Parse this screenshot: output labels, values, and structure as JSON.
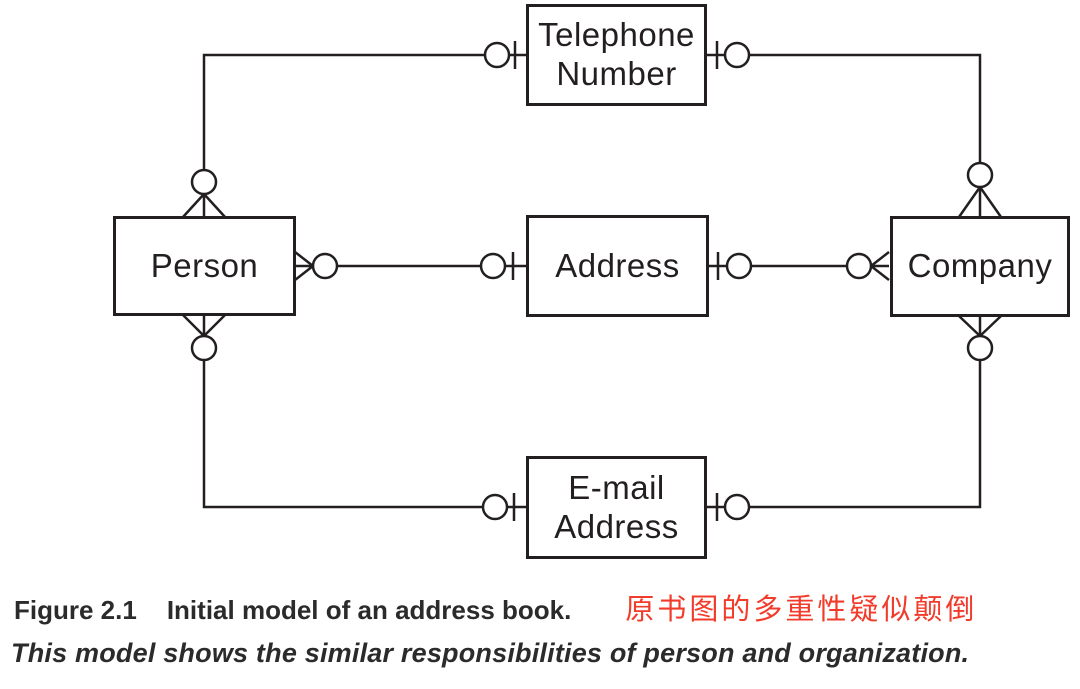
{
  "diagram": {
    "entities": {
      "telephone": {
        "line1": "Telephone",
        "line2": "Number"
      },
      "person": {
        "label": "Person"
      },
      "address": {
        "label": "Address"
      },
      "company": {
        "label": "Company"
      },
      "email": {
        "line1": "E-mail",
        "line2": "Address"
      }
    },
    "notation": "crow's-foot multiplicity",
    "relationships": [
      {
        "from": "Person",
        "to": "Telephone Number",
        "from_end": "many (circle + crow's foot)",
        "to_end": "zero-or-one (circle + tick)"
      },
      {
        "from": "Person",
        "to": "Address",
        "from_end": "many (circle + crow's foot)",
        "to_end": "zero-or-one (circle + tick)"
      },
      {
        "from": "Person",
        "to": "E-mail Address",
        "from_end": "many (circle + crow's foot)",
        "to_end": "zero-or-one (circle + tick)"
      },
      {
        "from": "Company",
        "to": "Telephone Number",
        "from_end": "many (circle + crow's foot)",
        "to_end": "zero-or-one (circle + tick)"
      },
      {
        "from": "Company",
        "to": "Address",
        "from_end": "many (circle + crow's foot)",
        "to_end": "zero-or-one (circle + tick)"
      },
      {
        "from": "Company",
        "to": "E-mail Address",
        "from_end": "many (circle + crow's foot)",
        "to_end": "zero-or-one (circle + tick)"
      }
    ]
  },
  "caption": {
    "figure_label": "Figure 2.1",
    "figure_title": "Initial model of an address book.",
    "annotation_cn": "原书图的多重性疑似颠倒",
    "subtitle": "This model shows the similar responsibilities of person and organization."
  },
  "colors": {
    "line": "#231f20",
    "annotation_red": "#f23c2b",
    "caption_text": "#2b2b2b"
  }
}
